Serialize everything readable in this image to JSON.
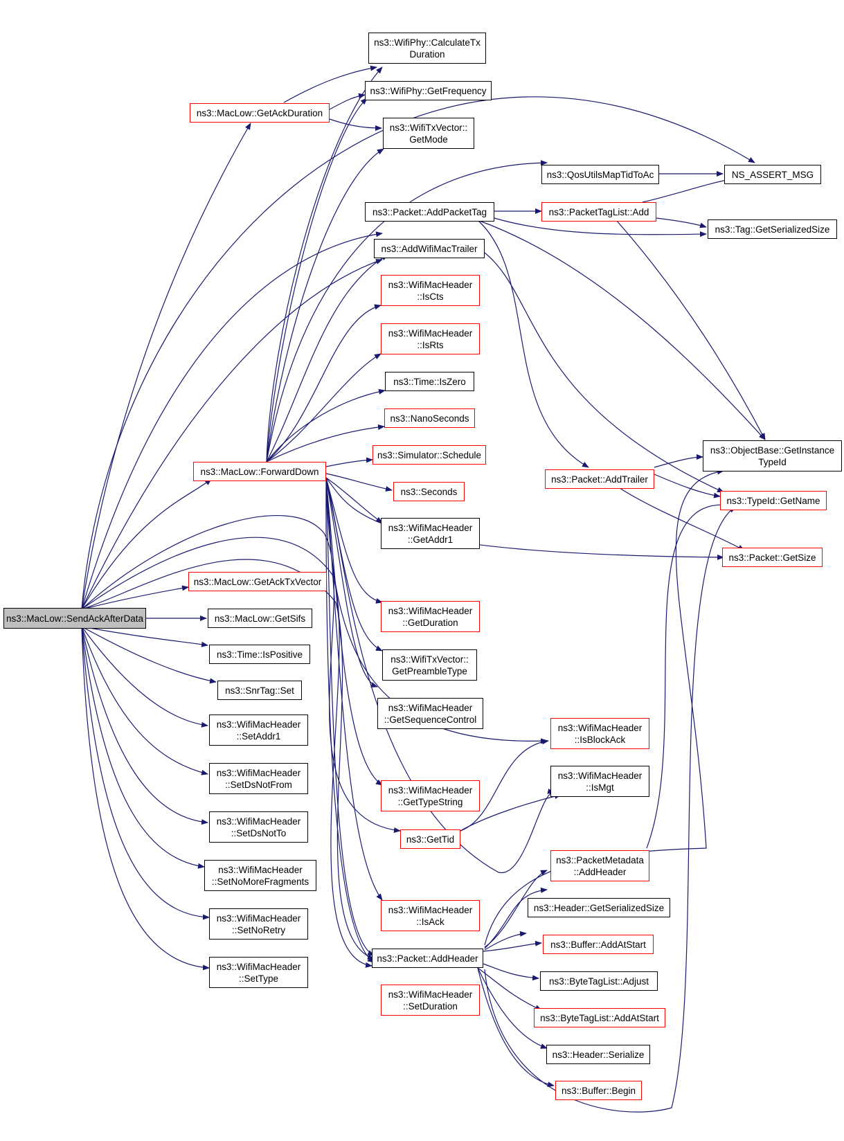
{
  "colors": {
    "edge": "#191970",
    "link_border": "#ff0000",
    "node_border": "#000000",
    "root_fill": "#bfbfbf"
  },
  "nodes": {
    "send_ack_after_data": "ns3::MacLow::SendAckAfterData",
    "get_ack_duration": "ns3::MacLow::GetAckDuration",
    "forward_down": "ns3::MacLow::ForwardDown",
    "get_ack_tx_vector": "ns3::MacLow::GetAckTxVector",
    "get_sifs": "ns3::MacLow::GetSifs",
    "time_is_positive": "ns3::Time::IsPositive",
    "snr_tag_set": "ns3::SnrTag::Set",
    "set_addr1": "ns3::WifiMacHeader\n::SetAddr1",
    "set_ds_not_from": "ns3::WifiMacHeader\n::SetDsNotFrom",
    "set_ds_not_to": "ns3::WifiMacHeader\n::SetDsNotTo",
    "set_no_more_fragments": "ns3::WifiMacHeader\n::SetNoMoreFragments",
    "set_no_retry": "ns3::WifiMacHeader\n::SetNoRetry",
    "set_type": "ns3::WifiMacHeader\n::SetType",
    "calculate_tx_duration": "ns3::WifiPhy::CalculateTx\nDuration",
    "get_frequency": "ns3::WifiPhy::GetFrequency",
    "get_mode": "ns3::WifiTxVector::\nGetMode",
    "add_packet_tag": "ns3::Packet::AddPacketTag",
    "add_wifi_mac_trailer": "ns3::AddWifiMacTrailer",
    "is_cts": "ns3::WifiMacHeader\n::IsCts",
    "is_rts": "ns3::WifiMacHeader\n::IsRts",
    "time_is_zero": "ns3::Time::IsZero",
    "nano_seconds": "ns3::NanoSeconds",
    "simulator_schedule": "ns3::Simulator::Schedule",
    "seconds": "ns3::Seconds",
    "get_addr1": "ns3::WifiMacHeader\n::GetAddr1",
    "get_duration": "ns3::WifiMacHeader\n::GetDuration",
    "get_preamble_type": "ns3::WifiTxVector::\nGetPreambleType",
    "get_sequence_control": "ns3::WifiMacHeader\n::GetSequenceControl",
    "get_type_string": "ns3::WifiMacHeader\n::GetTypeString",
    "get_tid": "ns3::GetTid",
    "is_ack": "ns3::WifiMacHeader\n::IsAck",
    "packet_add_header": "ns3::Packet::AddHeader",
    "set_duration": "ns3::WifiMacHeader\n::SetDuration",
    "qos_utils_map_tid_to_ac": "ns3::QosUtilsMapTidToAc",
    "packet_tag_list_add": "ns3::PacketTagList::Add",
    "packet_add_trailer": "ns3::Packet::AddTrailer",
    "is_block_ack": "ns3::WifiMacHeader\n::IsBlockAck",
    "is_mgt": "ns3::WifiMacHeader\n::IsMgt",
    "packet_metadata_add_header": "ns3::PacketMetadata\n::AddHeader",
    "header_get_serialized_size": "ns3::Header::GetSerializedSize",
    "buffer_add_at_start": "ns3::Buffer::AddAtStart",
    "byte_tag_list_adjust": "ns3::ByteTagList::Adjust",
    "byte_tag_list_add_at_start": "ns3::ByteTagList::AddAtStart",
    "header_serialize": "ns3::Header::Serialize",
    "buffer_begin": "ns3::Buffer::Begin",
    "ns_assert_msg": "NS_ASSERT_MSG",
    "tag_get_serialized_size": "ns3::Tag::GetSerializedSize",
    "object_base_get_instance_type_id": "ns3::ObjectBase::GetInstance\nTypeId",
    "type_id_get_name": "ns3::TypeId::GetName",
    "packet_get_size": "ns3::Packet::GetSize"
  }
}
